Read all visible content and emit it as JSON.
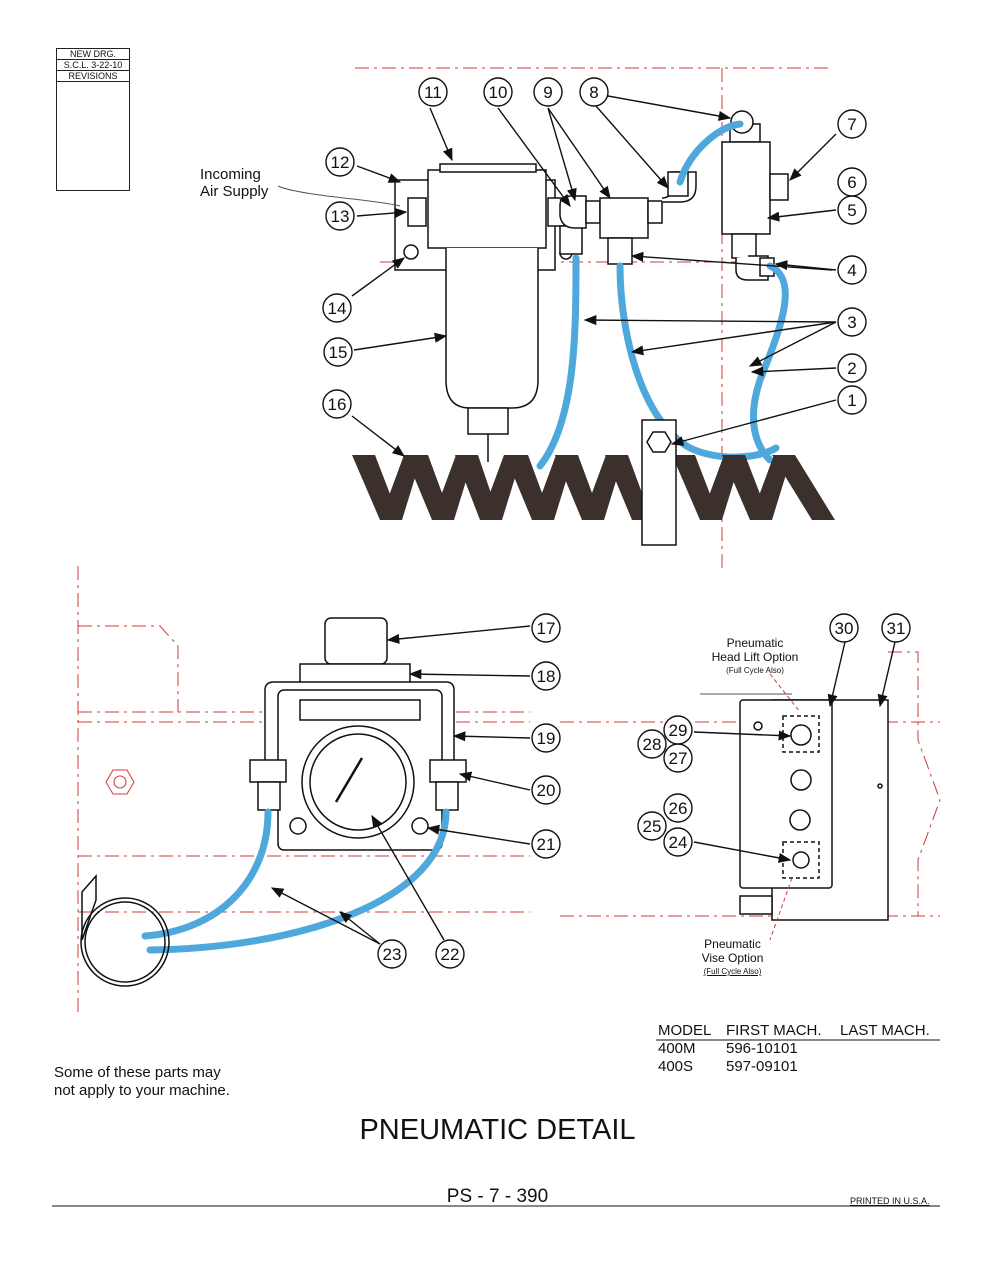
{
  "revision_block": {
    "line1": "NEW DRG.",
    "line2": "S.C.L. 3-22-10",
    "header": "REVISIONS"
  },
  "labels": {
    "incoming_air": [
      "Incoming",
      "Air Supply"
    ],
    "head_lift": [
      "Pneumatic",
      "Head Lift Option",
      "(Full Cycle Also)"
    ],
    "vise_option": [
      "Pneumatic",
      "Vise Option",
      "(Full Cycle Also)"
    ]
  },
  "callouts": [
    "1",
    "2",
    "3",
    "4",
    "5",
    "6",
    "7",
    "8",
    "9",
    "10",
    "11",
    "12",
    "13",
    "14",
    "15",
    "16",
    "17",
    "18",
    "19",
    "20",
    "21",
    "22",
    "23",
    "24",
    "25",
    "26",
    "27",
    "28",
    "29",
    "30",
    "31"
  ],
  "model_table": {
    "headers": [
      "MODEL",
      "FIRST MACH.",
      "LAST MACH."
    ],
    "rows": [
      [
        "400M",
        "596-10101",
        ""
      ],
      [
        "400S",
        "597-09101",
        ""
      ]
    ]
  },
  "note": [
    "Some of these parts may",
    "not apply to your machine."
  ],
  "title": "PNEUMATIC DETAIL",
  "page_number": "PS - 7 - 390",
  "printed": "PRINTED IN U.S.A.",
  "colors": {
    "hose": "#4fa8dc",
    "spring": "#3b302c",
    "centerline": "#d23a3a"
  }
}
